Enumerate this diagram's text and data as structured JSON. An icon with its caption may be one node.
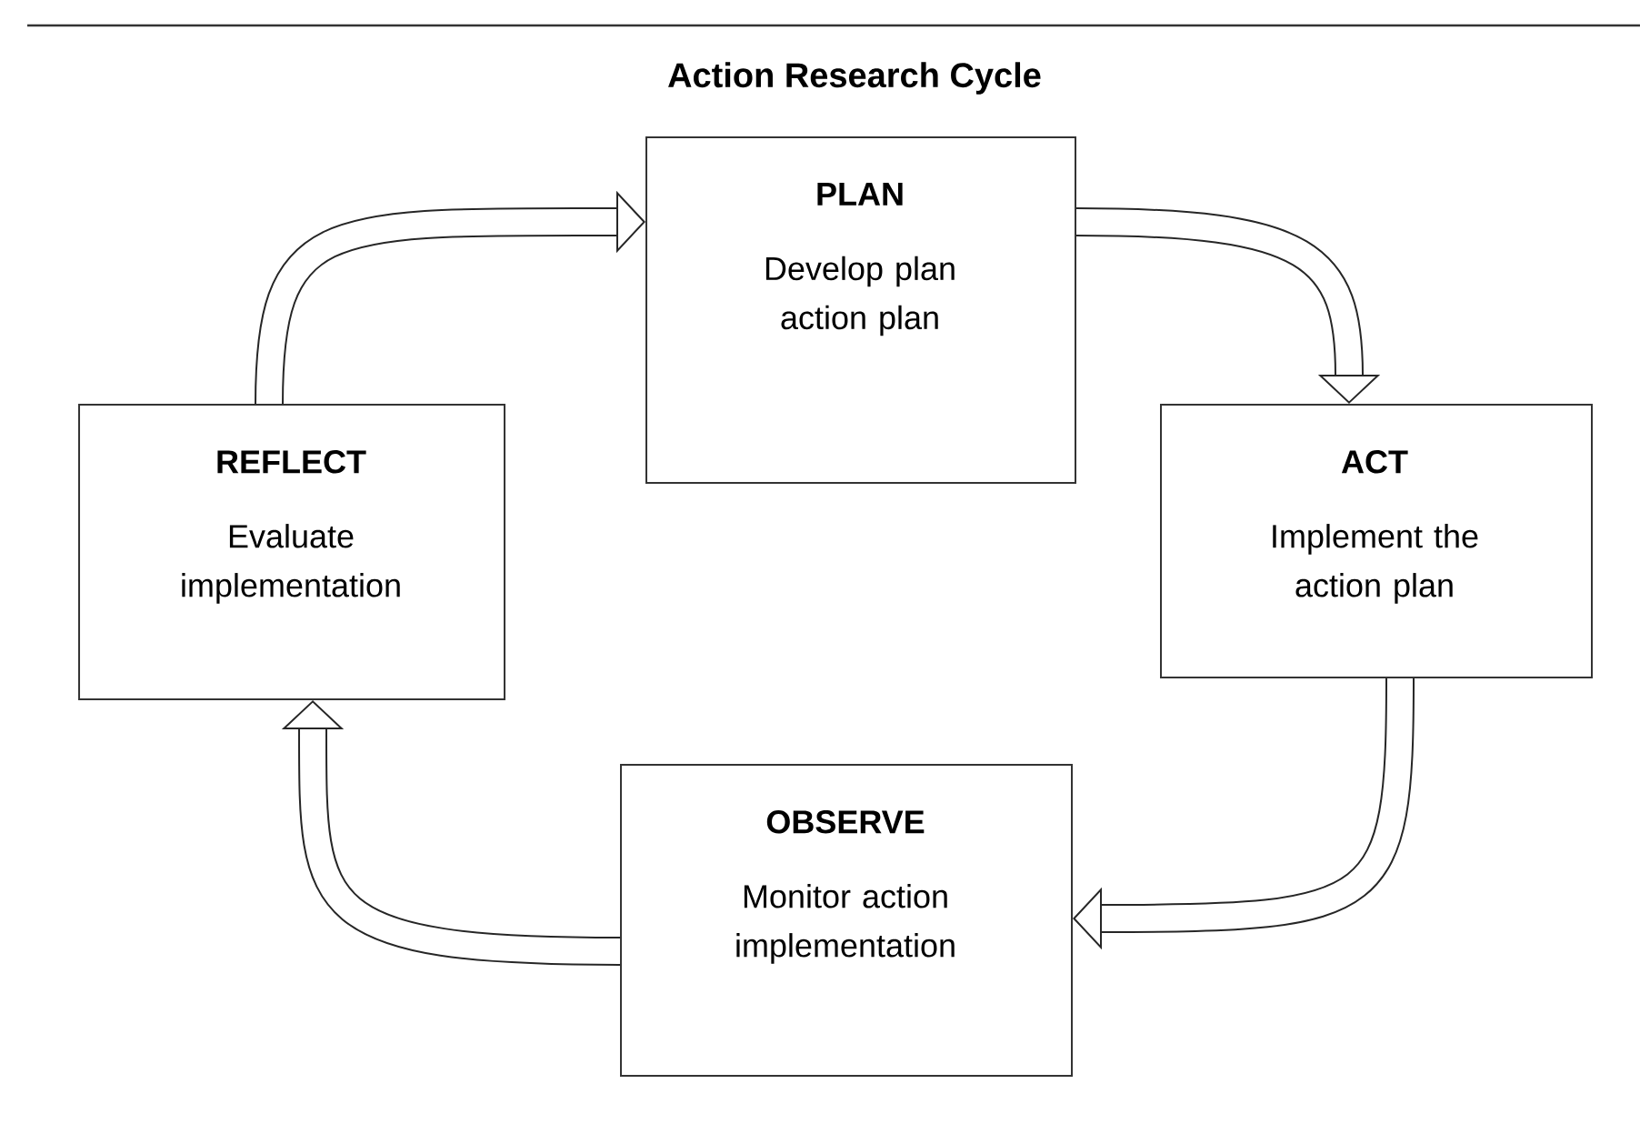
{
  "diagram": {
    "title": "Action Research Cycle",
    "nodes": [
      {
        "text": [
          "PLAN",
          "Develop plan action plan"
        ]
      },
      {
        "text": [
          "REFLECT",
          "Evaluate implementation"
        ]
      },
      {
        "text": [
          "ACT",
          "Implement the action plan"
        ]
      },
      {
        "text": [
          "OBSERVE",
          "Monitor action implementation"
        ]
      }
    ],
    "edges": [
      {
        "from": 1,
        "to": 0,
        "arrow": "to"
      },
      {
        "from": 0,
        "to": 2,
        "arrow": "to"
      },
      {
        "from": 2,
        "to": 3,
        "arrow": "to"
      },
      {
        "from": 3,
        "to": 1,
        "arrow": "to"
      }
    ]
  }
}
